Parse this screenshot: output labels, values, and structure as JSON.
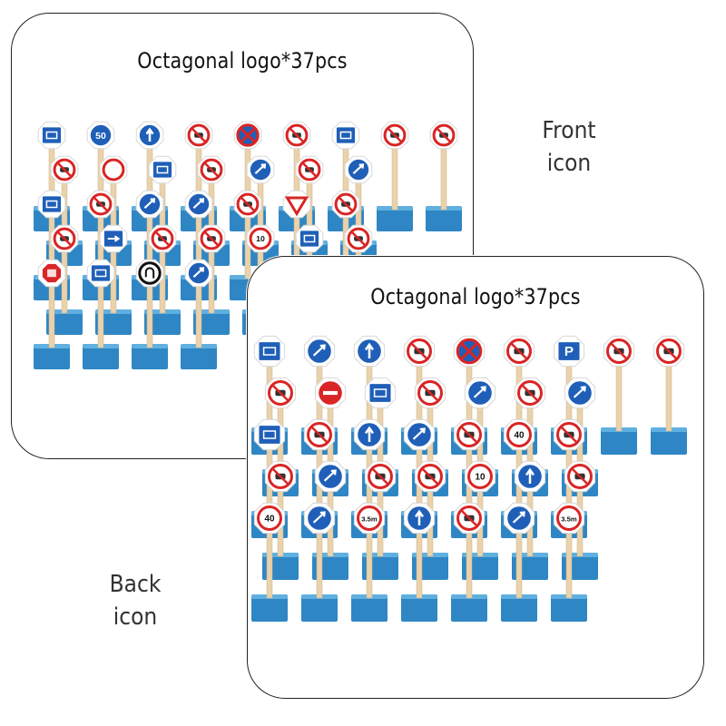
{
  "front_panel": {
    "title": "Octagonal logo*37pcs",
    "signs": [
      [
        "blue-bus",
        "blue-50",
        "blue-up",
        "red-bicycle",
        "red-noparking",
        "red-car",
        "blue-merge",
        "red-bus",
        "red-smile"
      ],
      [
        "red-moto",
        "red-blank",
        "blue-nonmotor",
        "red-trike",
        "blue-car",
        "red-deadend",
        "blue-turn"
      ],
      [
        "blue-stairs",
        "red-truck",
        "blue-leftdown",
        "blue-horn",
        "red-car",
        "yield",
        "red-walker"
      ],
      [
        "red-walker",
        "blue-arrow",
        "red-right",
        "red-updown",
        "red-10",
        "blue-lanes",
        "red-leftturn"
      ],
      [
        "red-stop",
        "blue-crossing",
        "black-uturn",
        "blue-left"
      ]
    ]
  },
  "back_panel": {
    "title": "Octagonal logo*37pcs",
    "signs": [
      [
        "blue-bus",
        "blue-walker",
        "blue-fork",
        "red-car",
        "red-noparking",
        "red-bus",
        "blue-p",
        "red-bus",
        "red-bus"
      ],
      [
        "red-bicycle",
        "red-noentry",
        "blue-lanes",
        "red-boat",
        "blue-round",
        "red-car",
        "blue-leftdown"
      ],
      [
        "blue-stairs",
        "red-tractor",
        "blue-tturn",
        "blue-bicycle",
        "red-car",
        "red-40",
        "red-right"
      ],
      [
        "red-bicycle",
        "blue-car",
        "red-left",
        "red-ushape",
        "red-10",
        "blue-split",
        "red-leftturn"
      ],
      [
        "red-40",
        "blue-uturn",
        "red-35",
        "blue-split",
        "red-text",
        "blue-rightturn",
        "red-35"
      ]
    ]
  },
  "labels": {
    "front": "Front\nicon",
    "back": "Back\nicon"
  },
  "colors": {
    "wood_block": "#2f86c4",
    "wood_block_top": "#5fb0e0",
    "pole": "#e9d2ac",
    "sign_red": "#d92525",
    "sign_blue": "#1f5fb8"
  }
}
